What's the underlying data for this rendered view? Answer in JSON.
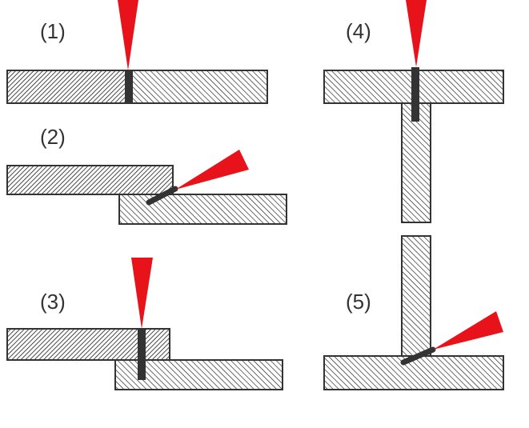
{
  "labels": {
    "joint1": "(1)",
    "joint2": "(2)",
    "joint3": "(3)",
    "joint4": "(4)",
    "joint5": "(5)"
  },
  "colors": {
    "beam": "#e8131a",
    "weld": "#333333",
    "hatch": "#1a1a1a",
    "outline": "#333333",
    "plate_fill": "#ffffff"
  },
  "icons": {
    "beam": "laser-beam-icon",
    "weld": "weld-seam-icon"
  }
}
